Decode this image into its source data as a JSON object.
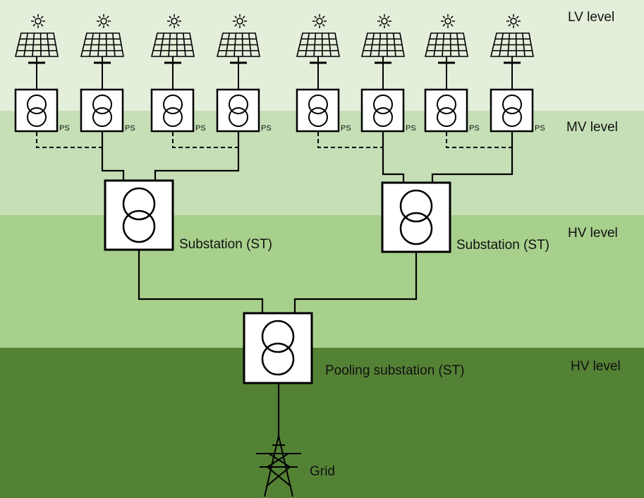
{
  "levels": [
    {
      "label": "LV level",
      "color": "#e3eedb"
    },
    {
      "label": "MV level",
      "color": "#c6dfb6"
    },
    {
      "label": "HV level",
      "color": "#a8d08d"
    },
    {
      "label": "HV level",
      "color": "#548235"
    }
  ],
  "panel_labels": [
    "PS",
    "PS",
    "PS",
    "PS",
    "PS",
    "PS",
    "PS",
    "PS"
  ],
  "substations": [
    {
      "label": "Substation (ST)"
    },
    {
      "label": "Substation (ST)"
    }
  ],
  "pooling_substation": {
    "label": "Pooling substation (ST)"
  },
  "grid": {
    "label": "Grid"
  },
  "icons": {
    "sun": "sun-icon",
    "panel": "solar-panel-icon",
    "transformer": "transformer-icon",
    "tower": "transmission-tower-icon"
  }
}
